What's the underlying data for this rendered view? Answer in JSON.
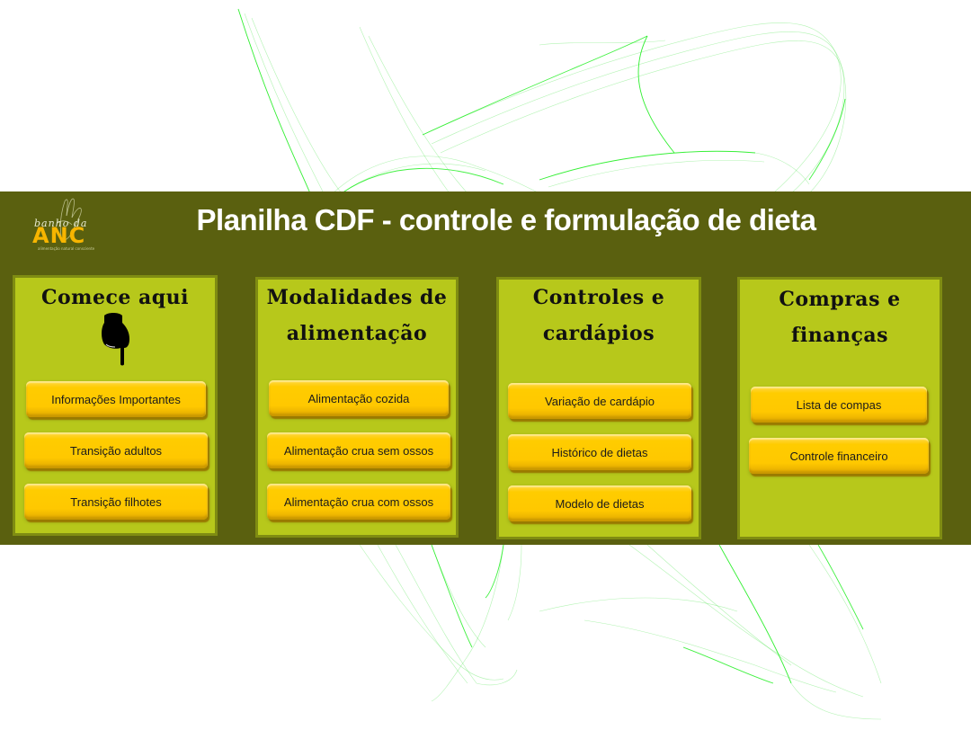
{
  "header": {
    "title": "Planilha CDF - controle e formulação de dieta",
    "logo": {
      "script": "banho da",
      "main": "ANC",
      "tagline": "alimentação natural consciente"
    }
  },
  "colors": {
    "banner": "#5a600f",
    "panel": "#b7c81b",
    "panel_border": "#7f8c12",
    "button": "#ffcc00",
    "logo_accent": "#f7b500",
    "wave": "#22dd22"
  },
  "sections": [
    {
      "title_lines": [
        "Comece aqui"
      ],
      "icon": "pointing-hand-down-icon",
      "buttons": [
        "Informações Importantes",
        "Transição adultos",
        "Transição filhotes"
      ]
    },
    {
      "title_lines": [
        "Modalidades de",
        "alimentação"
      ],
      "buttons": [
        "Alimentação cozida",
        "Alimentação crua sem ossos",
        "Alimentação crua com ossos"
      ]
    },
    {
      "title_lines": [
        "Controles e",
        "cardápios"
      ],
      "buttons": [
        "Variação de cardápio",
        "Histórico de dietas",
        "Modelo de dietas"
      ]
    },
    {
      "title_lines": [
        "Compras e",
        "finanças"
      ],
      "buttons": [
        "Lista de compas",
        "Controle financeiro"
      ]
    }
  ]
}
